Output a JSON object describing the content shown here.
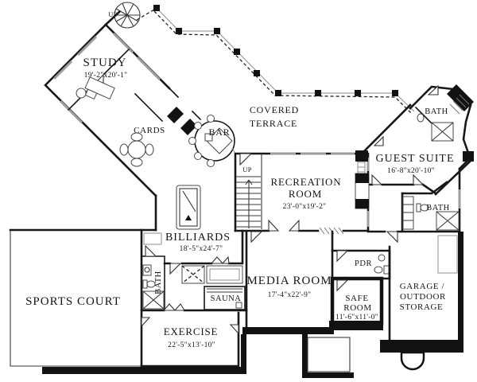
{
  "plan": {
    "colors": {
      "wall": "#181818",
      "window": "#9e9e9e",
      "column": "#121212",
      "text": "#161616"
    },
    "rooms": {
      "study": {
        "name": "STUDY",
        "dims": "19'-2\"x20'-1\""
      },
      "cards": {
        "name": "CARDS"
      },
      "bar": {
        "name": "BAR"
      },
      "covered_terrace": {
        "line1": "COVERED",
        "line2": "TERRACE"
      },
      "bath_upper": {
        "name": "BATH"
      },
      "guest_suite": {
        "name": "GUEST SUITE",
        "dims": "16'-8\"x20'-10\""
      },
      "recreation": {
        "line1": "RECREATION",
        "line2": "ROOM",
        "dims": "23'-0\"x19'-2\""
      },
      "billiards": {
        "name": "BILLIARDS",
        "dims": "18'-5\"x24'-7\""
      },
      "sports_court": {
        "name": "SPORTS COURT"
      },
      "bath_left": {
        "name": "BATH"
      },
      "exercise": {
        "name": "EXERCISE",
        "dims": "22'-5\"x13'-10\""
      },
      "sauna": {
        "name": "SAUNA"
      },
      "media": {
        "name": "MEDIA ROOM",
        "dims": "17'-4\"x22'-9\""
      },
      "pdr": {
        "name": "PDR"
      },
      "safe_room": {
        "line1": "SAFE",
        "line2": "ROOM",
        "dims": "11'-6\"x11'-0\""
      },
      "garage": {
        "line1": "GARAGE /",
        "line2": "OUTDOOR",
        "line3": "STORAGE"
      },
      "bath_right": {
        "name": "BATH"
      }
    },
    "stairs": {
      "spiral_label": "UP",
      "main_label": "UP"
    }
  }
}
